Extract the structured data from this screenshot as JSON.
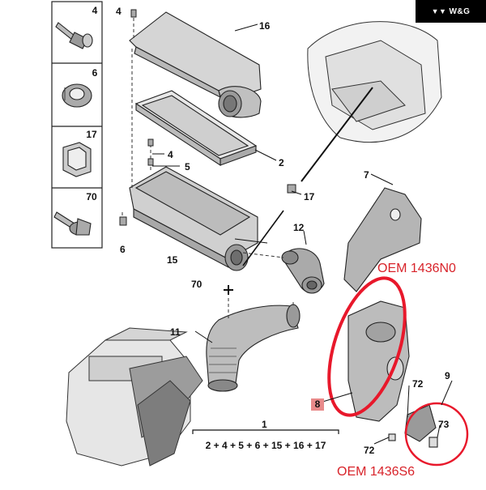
{
  "brand": {
    "logo_text": "W&G"
  },
  "legend": [
    {
      "number": "4",
      "icon": "bolt-with-washer-icon"
    },
    {
      "number": "6",
      "icon": "grommet-icon"
    },
    {
      "number": "17",
      "icon": "spring-clip-icon"
    },
    {
      "number": "70",
      "icon": "hex-flange-bolt-icon"
    }
  ],
  "callouts": [
    {
      "id": "c4a",
      "text": "4"
    },
    {
      "id": "c16",
      "text": "16"
    },
    {
      "id": "c2",
      "text": "2"
    },
    {
      "id": "c4b",
      "text": "4"
    },
    {
      "id": "c5",
      "text": "5"
    },
    {
      "id": "c7",
      "text": "7"
    },
    {
      "id": "c17",
      "text": "17"
    },
    {
      "id": "c6",
      "text": "6"
    },
    {
      "id": "c12",
      "text": "12"
    },
    {
      "id": "c15",
      "text": "15"
    },
    {
      "id": "c70",
      "text": "70"
    },
    {
      "id": "c11",
      "text": "11"
    },
    {
      "id": "c9",
      "text": "9"
    },
    {
      "id": "c72a",
      "text": "72"
    },
    {
      "id": "c73",
      "text": "73"
    },
    {
      "id": "c72b",
      "text": "72"
    },
    {
      "id": "c1",
      "text": "1"
    }
  ],
  "callout_8": "8",
  "formula": "2 + 4 + 5 + 6 + 15 + 16 + 17",
  "oem_top": "OEM 1436N0",
  "oem_bottom": "OEM 1436S6",
  "highlight_color": "#e8182b",
  "oem_text_color": "#d8232a"
}
